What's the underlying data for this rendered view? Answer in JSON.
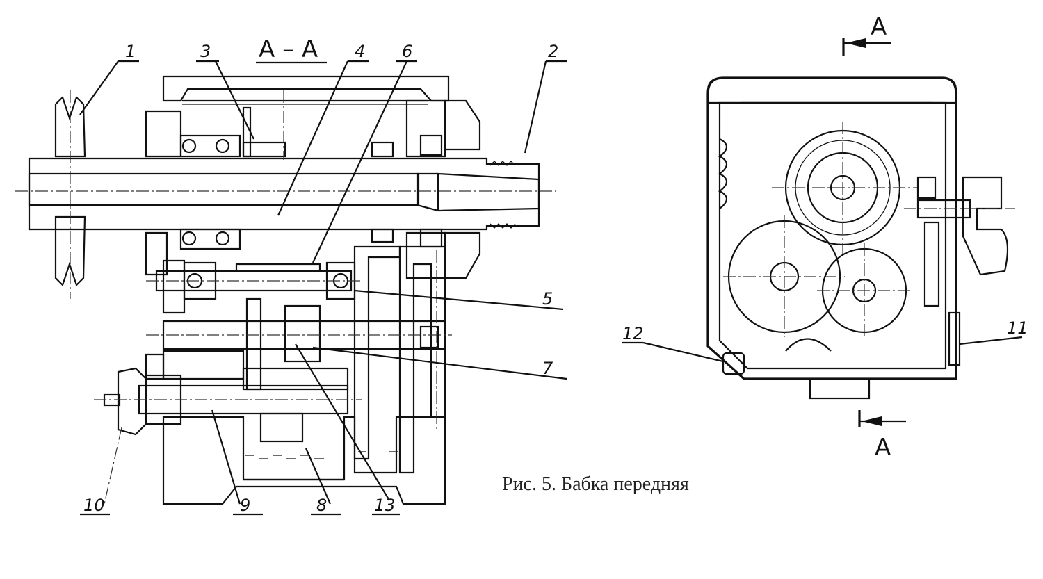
{
  "section_title": "А – А",
  "section_mark_top": "А",
  "section_mark_bottom": "А",
  "caption": "Рис. 5. Бабка передняя",
  "labels": {
    "l1": "1",
    "l2": "2",
    "l3": "3",
    "l4": "4",
    "l5": "5",
    "l6": "6",
    "l7": "7",
    "l8": "8",
    "l9": "9",
    "l10": "10",
    "l11": "11",
    "l12": "12",
    "l13": "13"
  }
}
